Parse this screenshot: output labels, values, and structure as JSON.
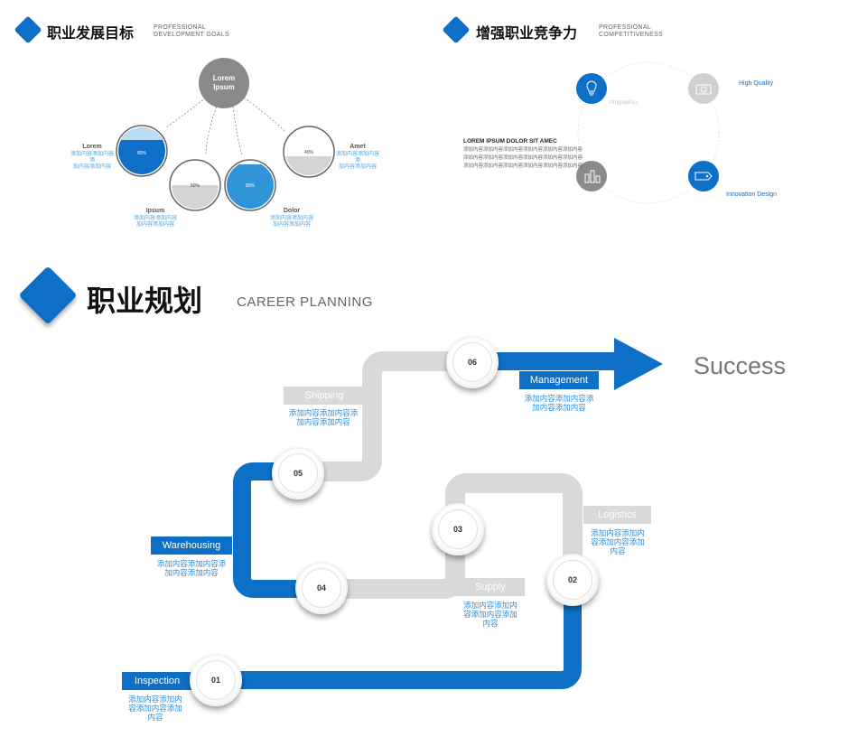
{
  "colors": {
    "accent": "#0d6fc6",
    "gray_path": "#d9d9d9",
    "text_blue": "#2d8ed8"
  },
  "goals": {
    "title": "职业发展目标",
    "subtitle_line1": "PROFESSIONAL",
    "subtitle_line2": "DEVELOPMENT GOALS",
    "center_line1": "Lorem",
    "center_line2": "Ipsum",
    "items": [
      {
        "name": "Lorem",
        "value": "80%",
        "desc1": "添加内容添加内容添",
        "desc2": "加内容添加内容"
      },
      {
        "name": "Ipsum",
        "value": "50%",
        "desc1": "添加内容添加内容",
        "desc2": "加内容添加内容"
      },
      {
        "name": "Dolor",
        "value": "80%",
        "desc1": "添加内容添加内容",
        "desc2": "加内容添加内容"
      },
      {
        "name": "Amet",
        "value": "40%",
        "desc1": "添加内容添加内容添",
        "desc2": "加内容添加内容"
      }
    ]
  },
  "compete": {
    "title": "增强职业竞争力",
    "subtitle_line1": "PROFESSIONAL",
    "subtitle_line2": "COMPETITIVENESS",
    "heading": "LOREM IPSUM DOLOR SIT AMEC",
    "para": [
      "添加内容添加内容添加内容添加内容添加内容添加内容",
      "添加内容添加内容添加内容添加内容添加内容添加内容",
      "添加内容添加内容添加内容添加内容添加内容添加内容"
    ],
    "labels": {
      "infographics": "Infographics",
      "high_quality": "High Quality",
      "innovation": "Innovation Design"
    }
  },
  "planning": {
    "title": "职业规划",
    "subtitle": "CAREER PLANNING",
    "success": "Success",
    "steps": [
      {
        "num": "01",
        "label": "Inspection",
        "desc": [
          "添加内容添加内",
          "容添加内容添加",
          "内容"
        ]
      },
      {
        "num": "02",
        "label": "Logistics",
        "desc": [
          "添加内容添加内",
          "容添加内容添加",
          "内容"
        ]
      },
      {
        "num": "03",
        "label": "Supply",
        "desc": [
          "添加内容添加内",
          "容添加内容添加",
          "内容"
        ]
      },
      {
        "num": "04",
        "label": "Warehousing",
        "desc": [
          "添加内容添加内容添",
          "加内容添加内容"
        ]
      },
      {
        "num": "05",
        "label": "Shipping",
        "desc": [
          "添加内容添加内容添",
          "加内容添加内容"
        ]
      },
      {
        "num": "06",
        "label": "Management",
        "desc": [
          "添加内容添加内容添",
          "加内容添加内容"
        ]
      }
    ]
  }
}
